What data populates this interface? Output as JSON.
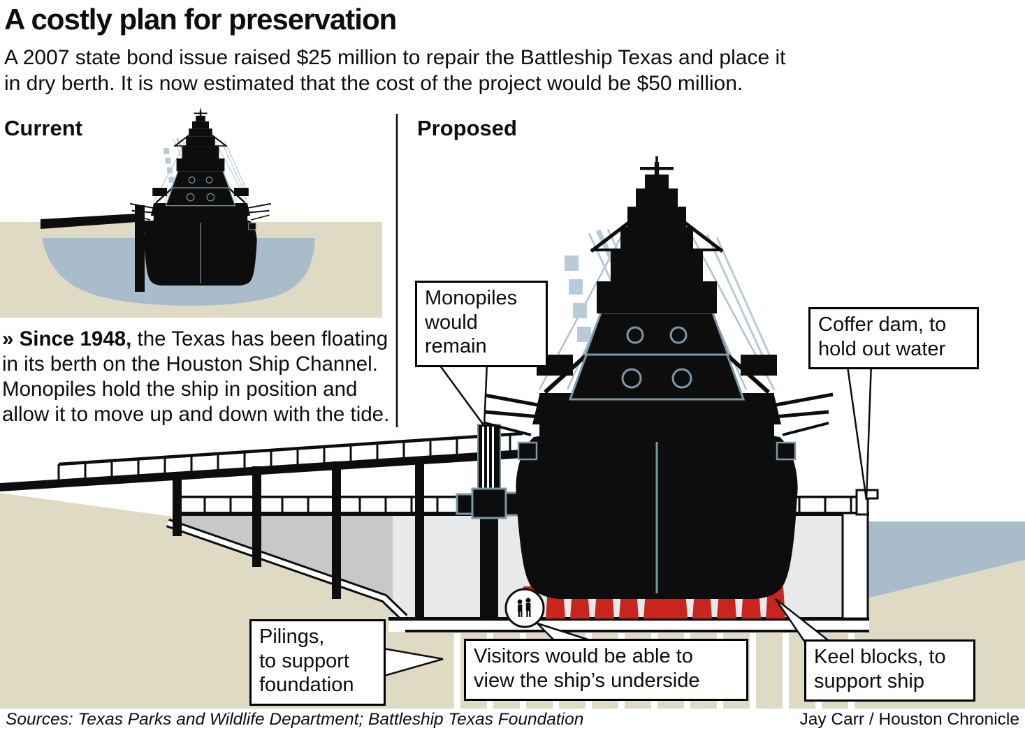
{
  "header": {
    "title": "A costly plan for preservation",
    "subtitle_lines": [
      "A 2007 state bond issue raised $25 million to repair the Battleship Texas and place it",
      "in dry berth. It is now estimated that the cost of the project would be $50 million."
    ]
  },
  "sections": {
    "current_label": "Current",
    "proposed_label": "Proposed"
  },
  "note": {
    "prefix": "» Since 1948,",
    "body": " the Texas has been floating in its berth on the Houston Ship Channel. Monopiles hold the ship in position and allow it to move up and down with the tide."
  },
  "callouts": {
    "monopiles": {
      "lines": [
        "Monopiles",
        "would",
        "remain"
      ]
    },
    "coffer_dam": {
      "lines": [
        "Coffer dam, to",
        "hold out water"
      ]
    },
    "pilings": {
      "lines": [
        "Pilings,",
        "to support",
        "foundation"
      ]
    },
    "visitors": {
      "lines": [
        "Visitors would be able to",
        "view the ship’s underside"
      ]
    },
    "keel_blocks": {
      "lines": [
        "Keel blocks, to",
        "support ship"
      ]
    }
  },
  "footer": {
    "sources": "Sources: Texas Parks and Wildlife Department; Battleship Texas Foundation",
    "credit": "Jay Carr / Houston Chronicle"
  },
  "colors": {
    "ink": "#0d0d0d",
    "ground_tan": "#dedac4",
    "water_blue": "#a9bcca",
    "steel_outline": "#7f98a8",
    "steel_light": "#b9cbd6",
    "concrete_gray": "#c6c8ca",
    "basin_gray": "#e8e9ea",
    "keel_red": "#c9251c"
  }
}
